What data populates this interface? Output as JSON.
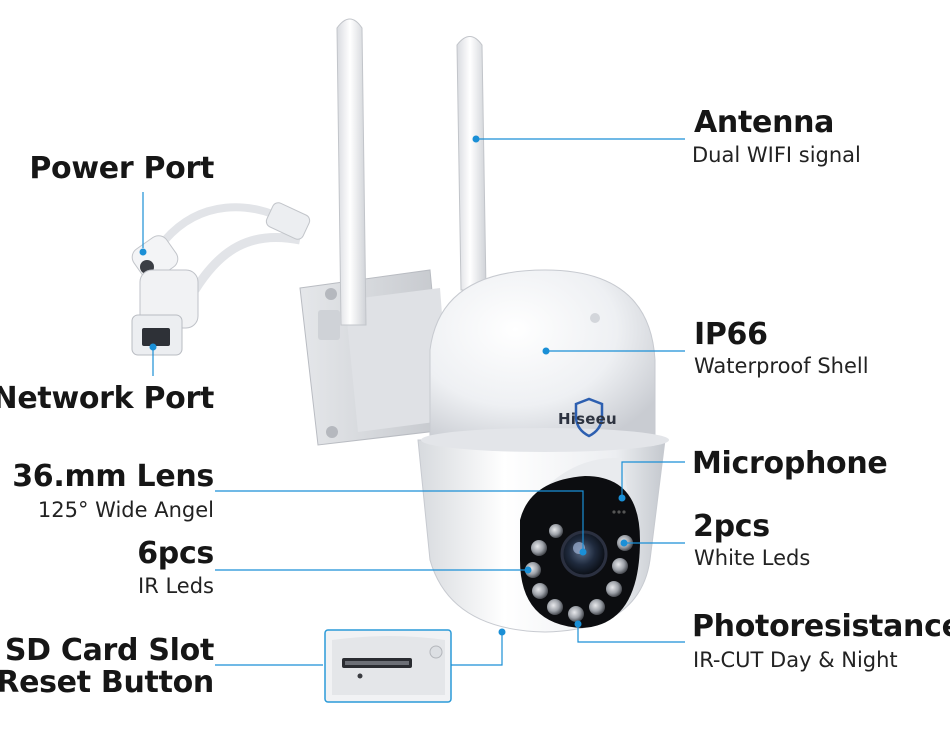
{
  "brand": {
    "logo_text": "Hiseeu"
  },
  "callouts": {
    "antenna": {
      "title": "Antenna",
      "subtitle": "Dual WIFI signal"
    },
    "power_port": {
      "title": "Power Port"
    },
    "network_port": {
      "title": "Network Port"
    },
    "ip66": {
      "title": "IP66",
      "subtitle": "Waterproof Shell"
    },
    "lens": {
      "title": "36.mm Lens",
      "subtitle": "125° Wide Angel"
    },
    "microphone": {
      "title": "Microphone"
    },
    "ir_leds": {
      "title": "6pcs",
      "subtitle": "IR Leds"
    },
    "white_leds": {
      "title": "2pcs",
      "subtitle": "White Leds"
    },
    "sd_card": {
      "title": "SD Card Slot",
      "subtitle": "Reset Button"
    },
    "photoresistance": {
      "title": "Photoresistance",
      "subtitle": "IR-CUT Day & Night"
    }
  },
  "colors": {
    "leader_line": "#1a8fd6",
    "camera_body": "#f4f5f7",
    "lens_ring": "#0c0d10",
    "accent_blue": "#2d5fb0"
  }
}
